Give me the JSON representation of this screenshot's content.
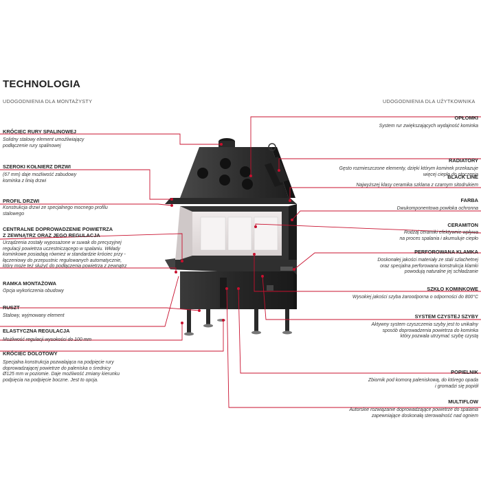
{
  "title": "TECHNOLOGIA",
  "subheads": {
    "left": "UDOGODNIENIA DLA MONTAŻYSTY",
    "right": "UDOGODNIENIA DLA UŻYTKOWNIKA"
  },
  "left_features": [
    {
      "label": "KRÓCIEC RURY SPALINOWEJ",
      "desc": [
        "Solidny stalowy element umożliwiający",
        "podłączenie rury spalinowej"
      ]
    },
    {
      "label": "SZEROKI KOŁNIERZ DRZWI",
      "desc": [
        "(67 mm) daje możliwość zabudowy",
        "kominka z linią drzwi"
      ]
    },
    {
      "label": "PROFIL DRZWI",
      "desc": [
        "Konstrukcja drzwi ze specjalnego mocnego profilu",
        "stalowego"
      ]
    },
    {
      "label": "CENTRALNE DOPROWADZENIE POWIETRZA",
      "label2": "Z ZEWNĄTRZ ORAZ JEGO REGULACJA",
      "desc": [
        "Urządzenia zostały wyposażone w suwak do precyzyjnej",
        "regulacji powietrza uczestniczącego w spalaniu. Wkłady",
        "kominkowe posiadają również w standardzie króciec przy -",
        "łączeniowy do przepustnic regulowanych automatycznie,",
        "który może też służyć do podłączenia powietrza z zewnątrz"
      ]
    },
    {
      "label": "RAMKA MONTAŻOWA",
      "desc": [
        "Opcja wykończenia obudowy"
      ]
    },
    {
      "label": "RUSZT",
      "desc": [
        "Stalowy, wyjmowany element"
      ]
    },
    {
      "label": "ELASTYCZNA REGULACJA",
      "desc": [
        "Możliwość regulacji wysokości do 100 mm"
      ]
    },
    {
      "label": "KRÓCIEC DOLOTOWY",
      "desc": [
        "Specjalna konstrukcja pozwalająca na podpięcie rury",
        "doprowadzającej powietrze do paleniska o średnicy",
        "Ø125 mm w poziomie. Daje możliwość zmiany kierunku",
        "podpięcia na podpięcie boczne. Jest to opcja."
      ]
    }
  ],
  "right_features": [
    {
      "label": "OPŁOMKI",
      "desc": [
        "System rur zwiększających wydajność kominka"
      ]
    },
    {
      "label": "RADIATORY",
      "desc": [
        "Gęsto rozmieszczone elementy, dzięki którym kominek przekazuje",
        "więcej ciepła do otoczenia"
      ]
    },
    {
      "label": "BLACK LINE",
      "desc": [
        "Najwyższej klasy ceramika szklana z czarnym sitodrukiem"
      ]
    },
    {
      "label": "FARBA",
      "desc": [
        "Dwukomponentowa powłoka ochronna"
      ]
    },
    {
      "label": "CERAMITON",
      "desc": [
        "Rodzaj ceramiki efektywnie wpływa",
        "na proces spalania i akumuluje ciepło"
      ]
    },
    {
      "label": "PERFOROWANA KLAMKA",
      "desc": [
        "Doskonałej jakości materiały ze stali szlachetnej",
        "oraz specjalna perforowana konstrukcja klamki",
        "powodują naturalne jej schładzanie"
      ]
    },
    {
      "label": "SZKŁO KOMINKOWE",
      "desc": [
        "Wysokiej jakości szyba żaroodporna o odporności do 800°C"
      ]
    },
    {
      "label": "SYSTEM CZYSTEJ SZYBY",
      "desc": [
        "Aktywny system czyszczenia szyby jest to unikalny",
        "sposób doprowadzenia powietrza do kominka",
        "który pozwala utrzymać szybę czystą"
      ]
    },
    {
      "label": "POPIELNIK",
      "desc": [
        "Zbiornik pod komorą paleniskową, do którego opada",
        "i gromadzi się popiół"
      ]
    },
    {
      "label": "MULTIFLOW",
      "desc": [
        "Autorskie rozwiązanie doprowadzające powietrze do spalania",
        "zapewniające doskonałą sterowalność nad ogniem"
      ]
    }
  ],
  "colors": {
    "accent": "#c8102e",
    "stove": "#2b2b2b",
    "text": "#222222"
  }
}
